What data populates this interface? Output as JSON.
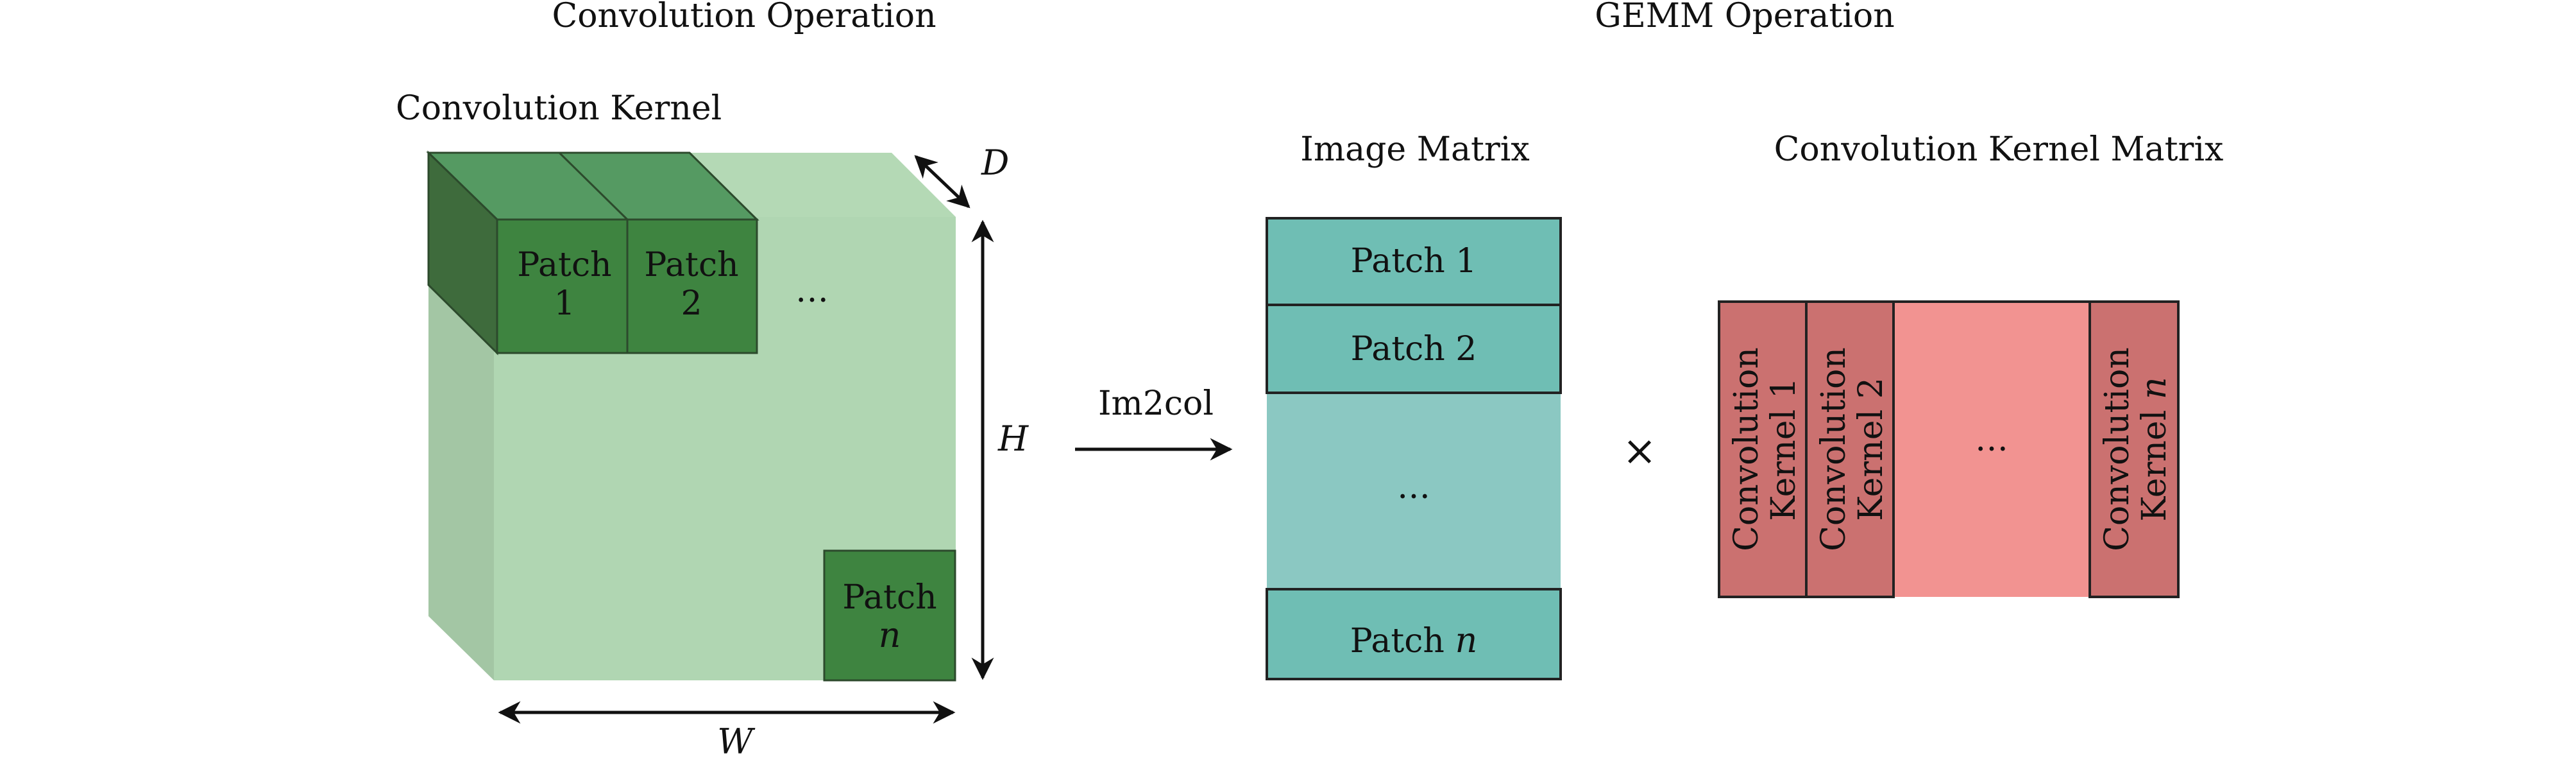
{
  "titles": {
    "convolution_operation": "Convolution Operation",
    "gemm_operation": "GEMM Operation"
  },
  "left": {
    "kernel_label": "Convolution Kernel",
    "patch1_word": "Patch",
    "patch1_num": "1",
    "patch2_word": "Patch",
    "patch2_num": "2",
    "ellipsis": "…",
    "patchn_word": "Patch",
    "patchn_num": "n",
    "dim_d": "D",
    "dim_h": "H",
    "dim_w": "W"
  },
  "arrow_label": "Im2col",
  "image_matrix": {
    "title": "Image Matrix",
    "patch1": "Patch 1",
    "patch2": "Patch 2",
    "ellipsis": "…",
    "patchn_word": "Patch ",
    "patchn_num": "n"
  },
  "multiply_sign": "×",
  "kernel_matrix": {
    "title": "Convolution Kernel Matrix",
    "col1_line1": "Convolution",
    "col1_line2": "Kernel 1",
    "col2_line1": "Convolution",
    "col2_line2": "Kernel 2",
    "ellipsis": "…",
    "coln_line1": "Convolution",
    "coln_line2_word": "Kernel ",
    "coln_line2_num": "n"
  },
  "colors": {
    "cube_front": "#b0d6b2",
    "cube_side": "#a3c6a4",
    "cube_top": "#b4d9b5",
    "patch_front": "#3e8440",
    "patch_top": "#559a62",
    "patch_side": "#3e6b3c",
    "teal_box": "#6fbeb4",
    "teal_middle": "#8bc8c2",
    "red_column": "#cb7170",
    "red_fill": "#f29391",
    "stroke": "#222222"
  }
}
